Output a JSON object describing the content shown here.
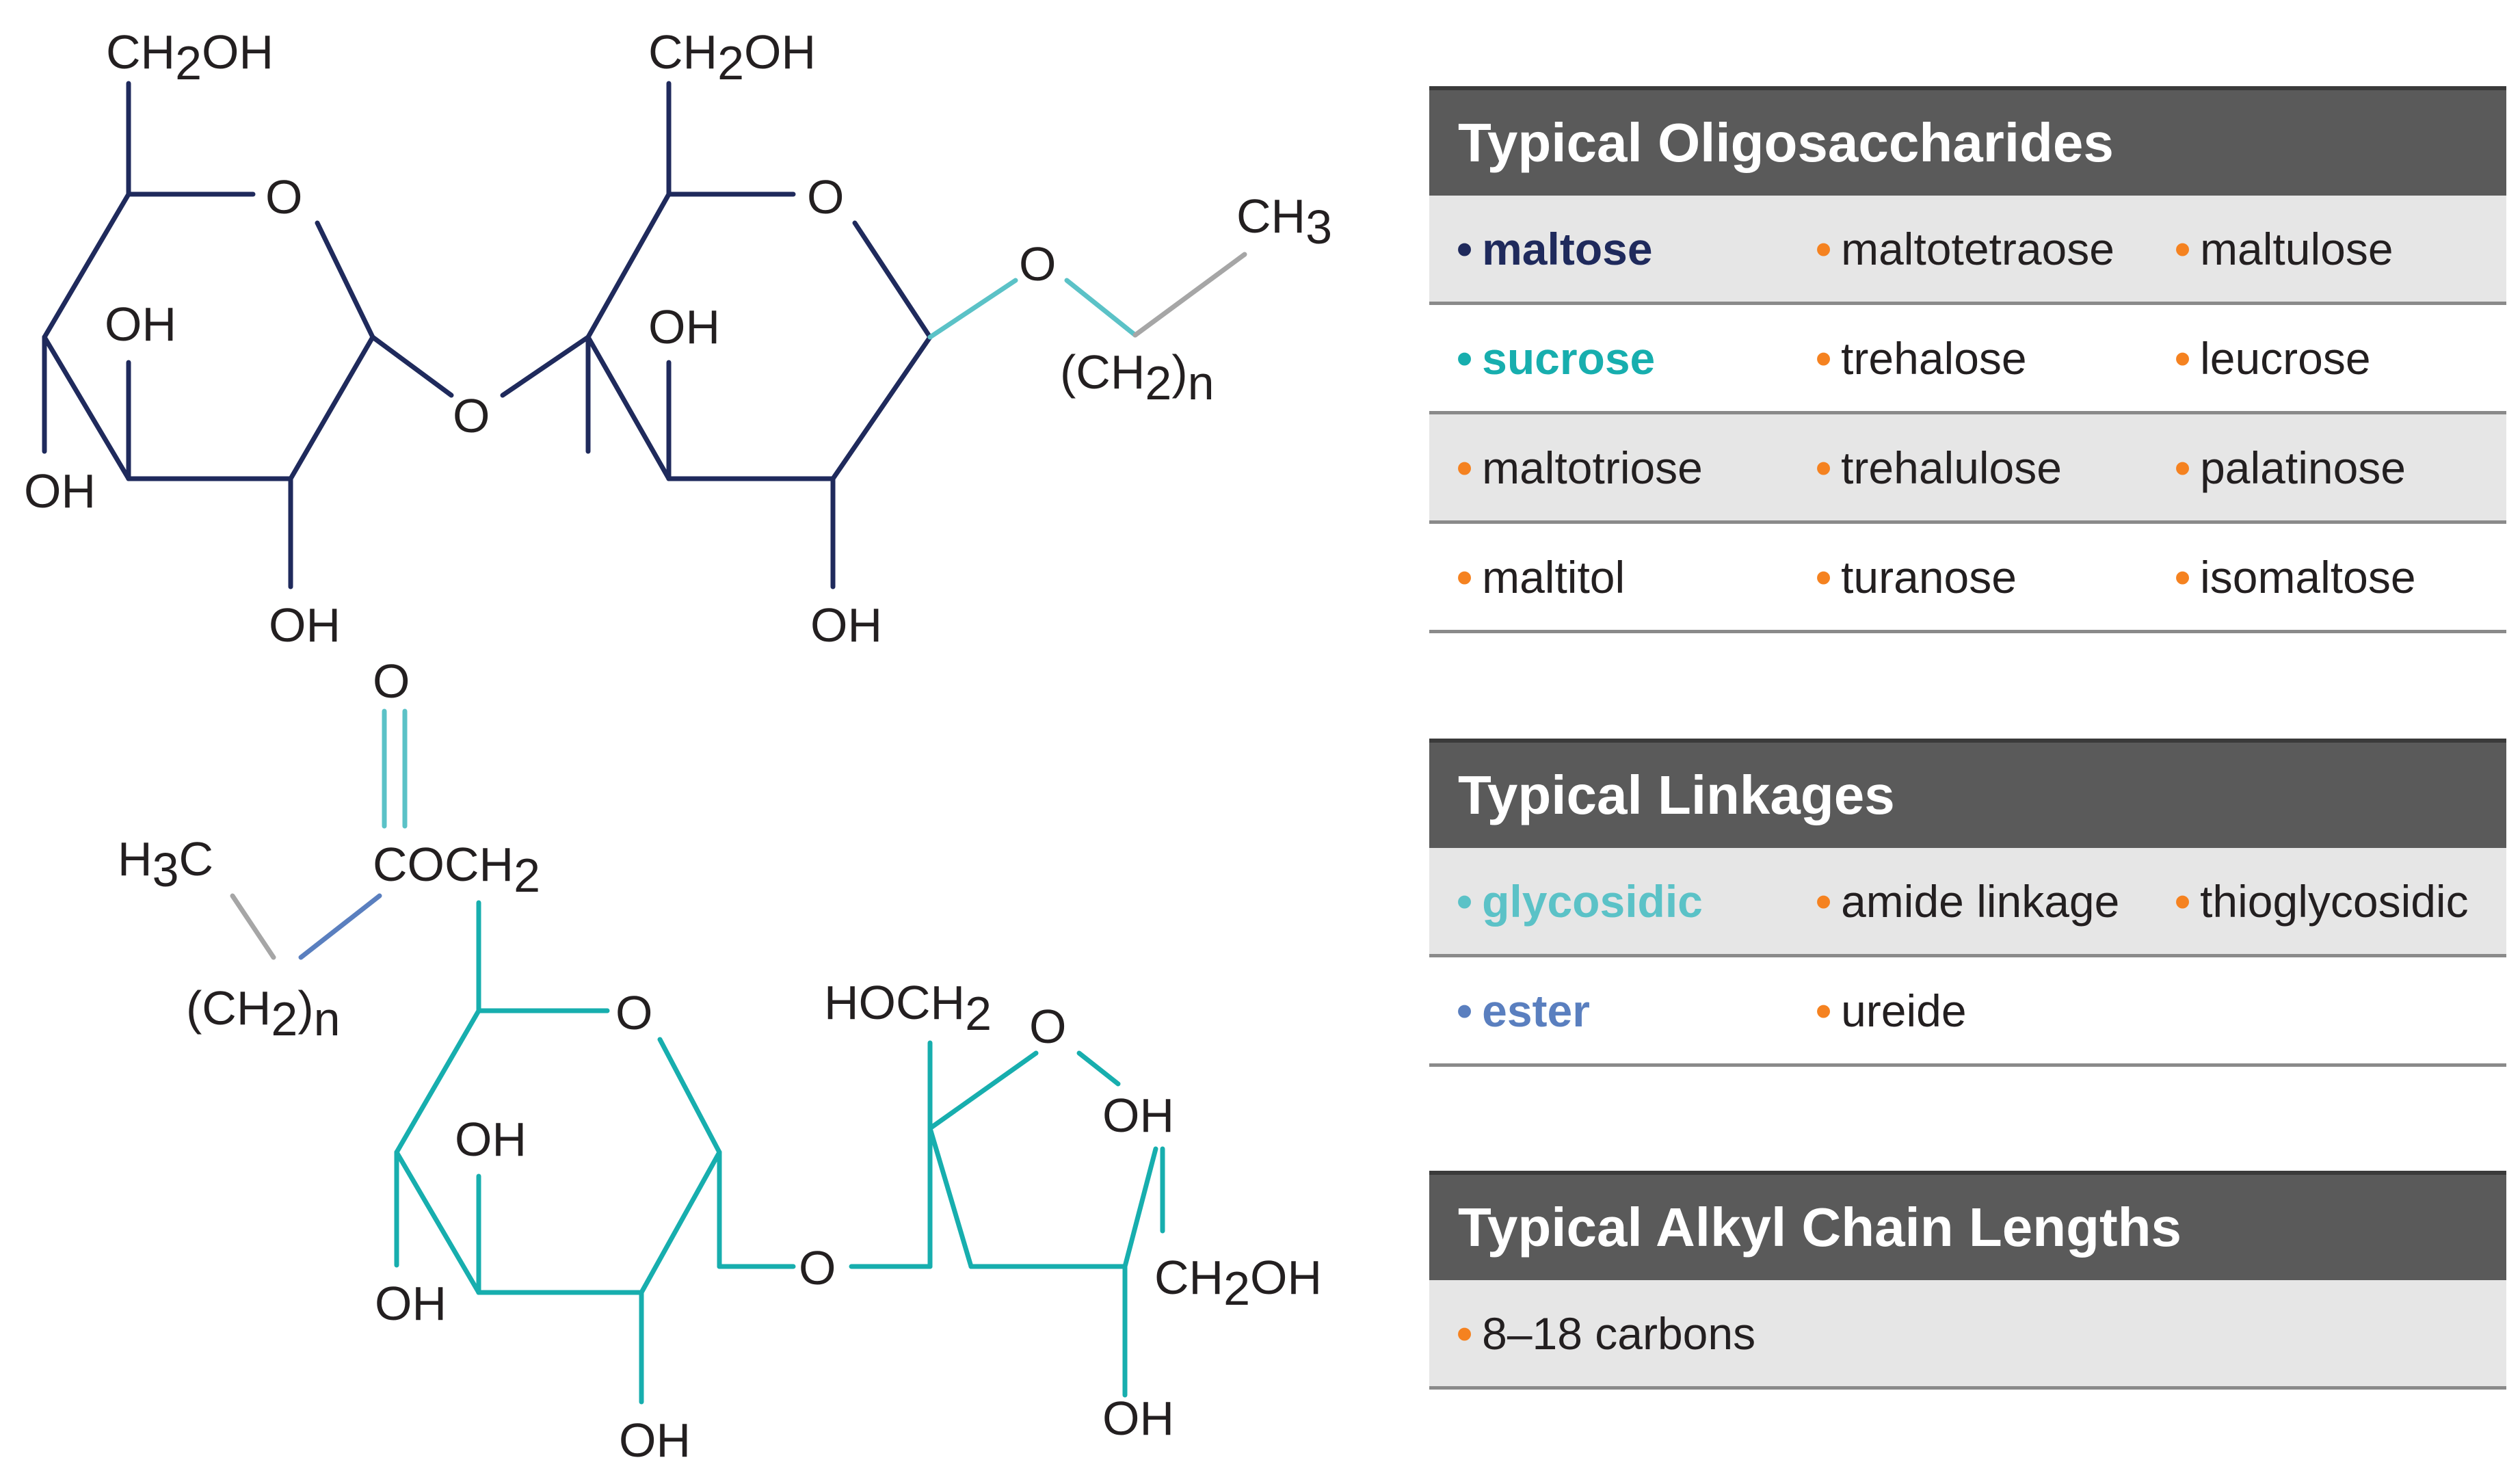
{
  "structures": {
    "maltose_unit_1": {
      "color": "#1f2a5c",
      "labels": {
        "ch2oh": "CH",
        "ch2oh_sub": "2",
        "ch2oh_tail": "OH",
        "ring_o": "O",
        "oh_upper": "OH",
        "oh_left": "OH",
        "oh_bottom": "OH"
      }
    },
    "glycosidic_o": "O",
    "maltose_unit_2": {
      "color": "#1f2a5c",
      "labels": {
        "ch2oh": "CH",
        "ch2oh_sub": "2",
        "ch2oh_tail": "OH",
        "ring_o": "O",
        "oh_upper": "OH",
        "oh_bottom": "OH"
      }
    },
    "alkyl_chain_top": {
      "ether_o": "O",
      "ch3": "CH",
      "ch3_sub": "3",
      "ch2n_open": "(CH",
      "ch2n_sub": "2",
      "ch2n_close": ")",
      "ch2n_n": "n",
      "colors": {
        "glycosidic_bond": "#5bc2c7",
        "alkyl_bond": "#a6a6a6"
      }
    },
    "ester_group": {
      "carbonyl_o": "O",
      "coch2": "COCH",
      "coch2_sub": "2",
      "h3c": "H",
      "h3c_sub": "3",
      "h3c_tail": "C",
      "ch2n_open": "(CH",
      "ch2n_sub": "2",
      "ch2n_close": ")",
      "ch2n_n": "n",
      "colors": {
        "carbonyl": "#5bc2c7",
        "ester_bond": "#5a7fbf",
        "alkyl_bond": "#a6a6a6"
      }
    },
    "sucrose_glucose": {
      "color": "#17aeae",
      "labels": {
        "ring_o": "O",
        "oh_upper": "OH",
        "oh_left": "OH",
        "oh_bottom": "OH"
      }
    },
    "sucrose_bridge_o": "O",
    "sucrose_fructose": {
      "color": "#17aeae",
      "labels": {
        "hoch2": "HOCH",
        "hoch2_sub": "2",
        "ring_o": "O",
        "oh_upper": "OH",
        "ch2oh": "CH",
        "ch2oh_sub": "2",
        "ch2oh_tail": "OH",
        "oh_bottom": "OH"
      }
    }
  },
  "colors": {
    "navy": "#1f2a5c",
    "teal": "#17aeae",
    "light_teal": "#5bc2c7",
    "steel_blue": "#5a7fbf",
    "orange": "#f58220",
    "header_bg": "#5a5a5a"
  },
  "bullet": "•",
  "oligosaccharides": {
    "title": "Typical Oligosaccharides",
    "rows": [
      [
        {
          "text": "maltose",
          "color": "#1f2a5c"
        },
        {
          "text": "maltotetraose",
          "color": "#f58220"
        },
        {
          "text": "maltulose",
          "color": "#f58220"
        }
      ],
      [
        {
          "text": "sucrose",
          "color": "#17aeae"
        },
        {
          "text": "trehalose",
          "color": "#f58220"
        },
        {
          "text": "leucrose",
          "color": "#f58220"
        }
      ],
      [
        {
          "text": "maltotriose",
          "color": "#f58220"
        },
        {
          "text": "trehalulose",
          "color": "#f58220"
        },
        {
          "text": "palatinose",
          "color": "#f58220"
        }
      ],
      [
        {
          "text": "maltitol",
          "color": "#f58220"
        },
        {
          "text": "turanose",
          "color": "#f58220"
        },
        {
          "text": "isomaltose",
          "color": "#f58220"
        }
      ]
    ]
  },
  "linkages": {
    "title": "Typical Linkages",
    "rows": [
      [
        {
          "text": "glycosidic",
          "color": "#5bc2c7"
        },
        {
          "text": "amide linkage",
          "color": "#f58220"
        },
        {
          "text": "thioglycosidic",
          "color": "#f58220"
        }
      ],
      [
        {
          "text": "ester",
          "color": "#5a7fbf"
        },
        {
          "text": "ureide",
          "color": "#f58220"
        }
      ]
    ]
  },
  "alkyl_chains": {
    "title": "Typical Alkyl Chain Lengths",
    "rows": [
      [
        {
          "text": "8–18 carbons",
          "color": "#f58220"
        }
      ]
    ]
  }
}
